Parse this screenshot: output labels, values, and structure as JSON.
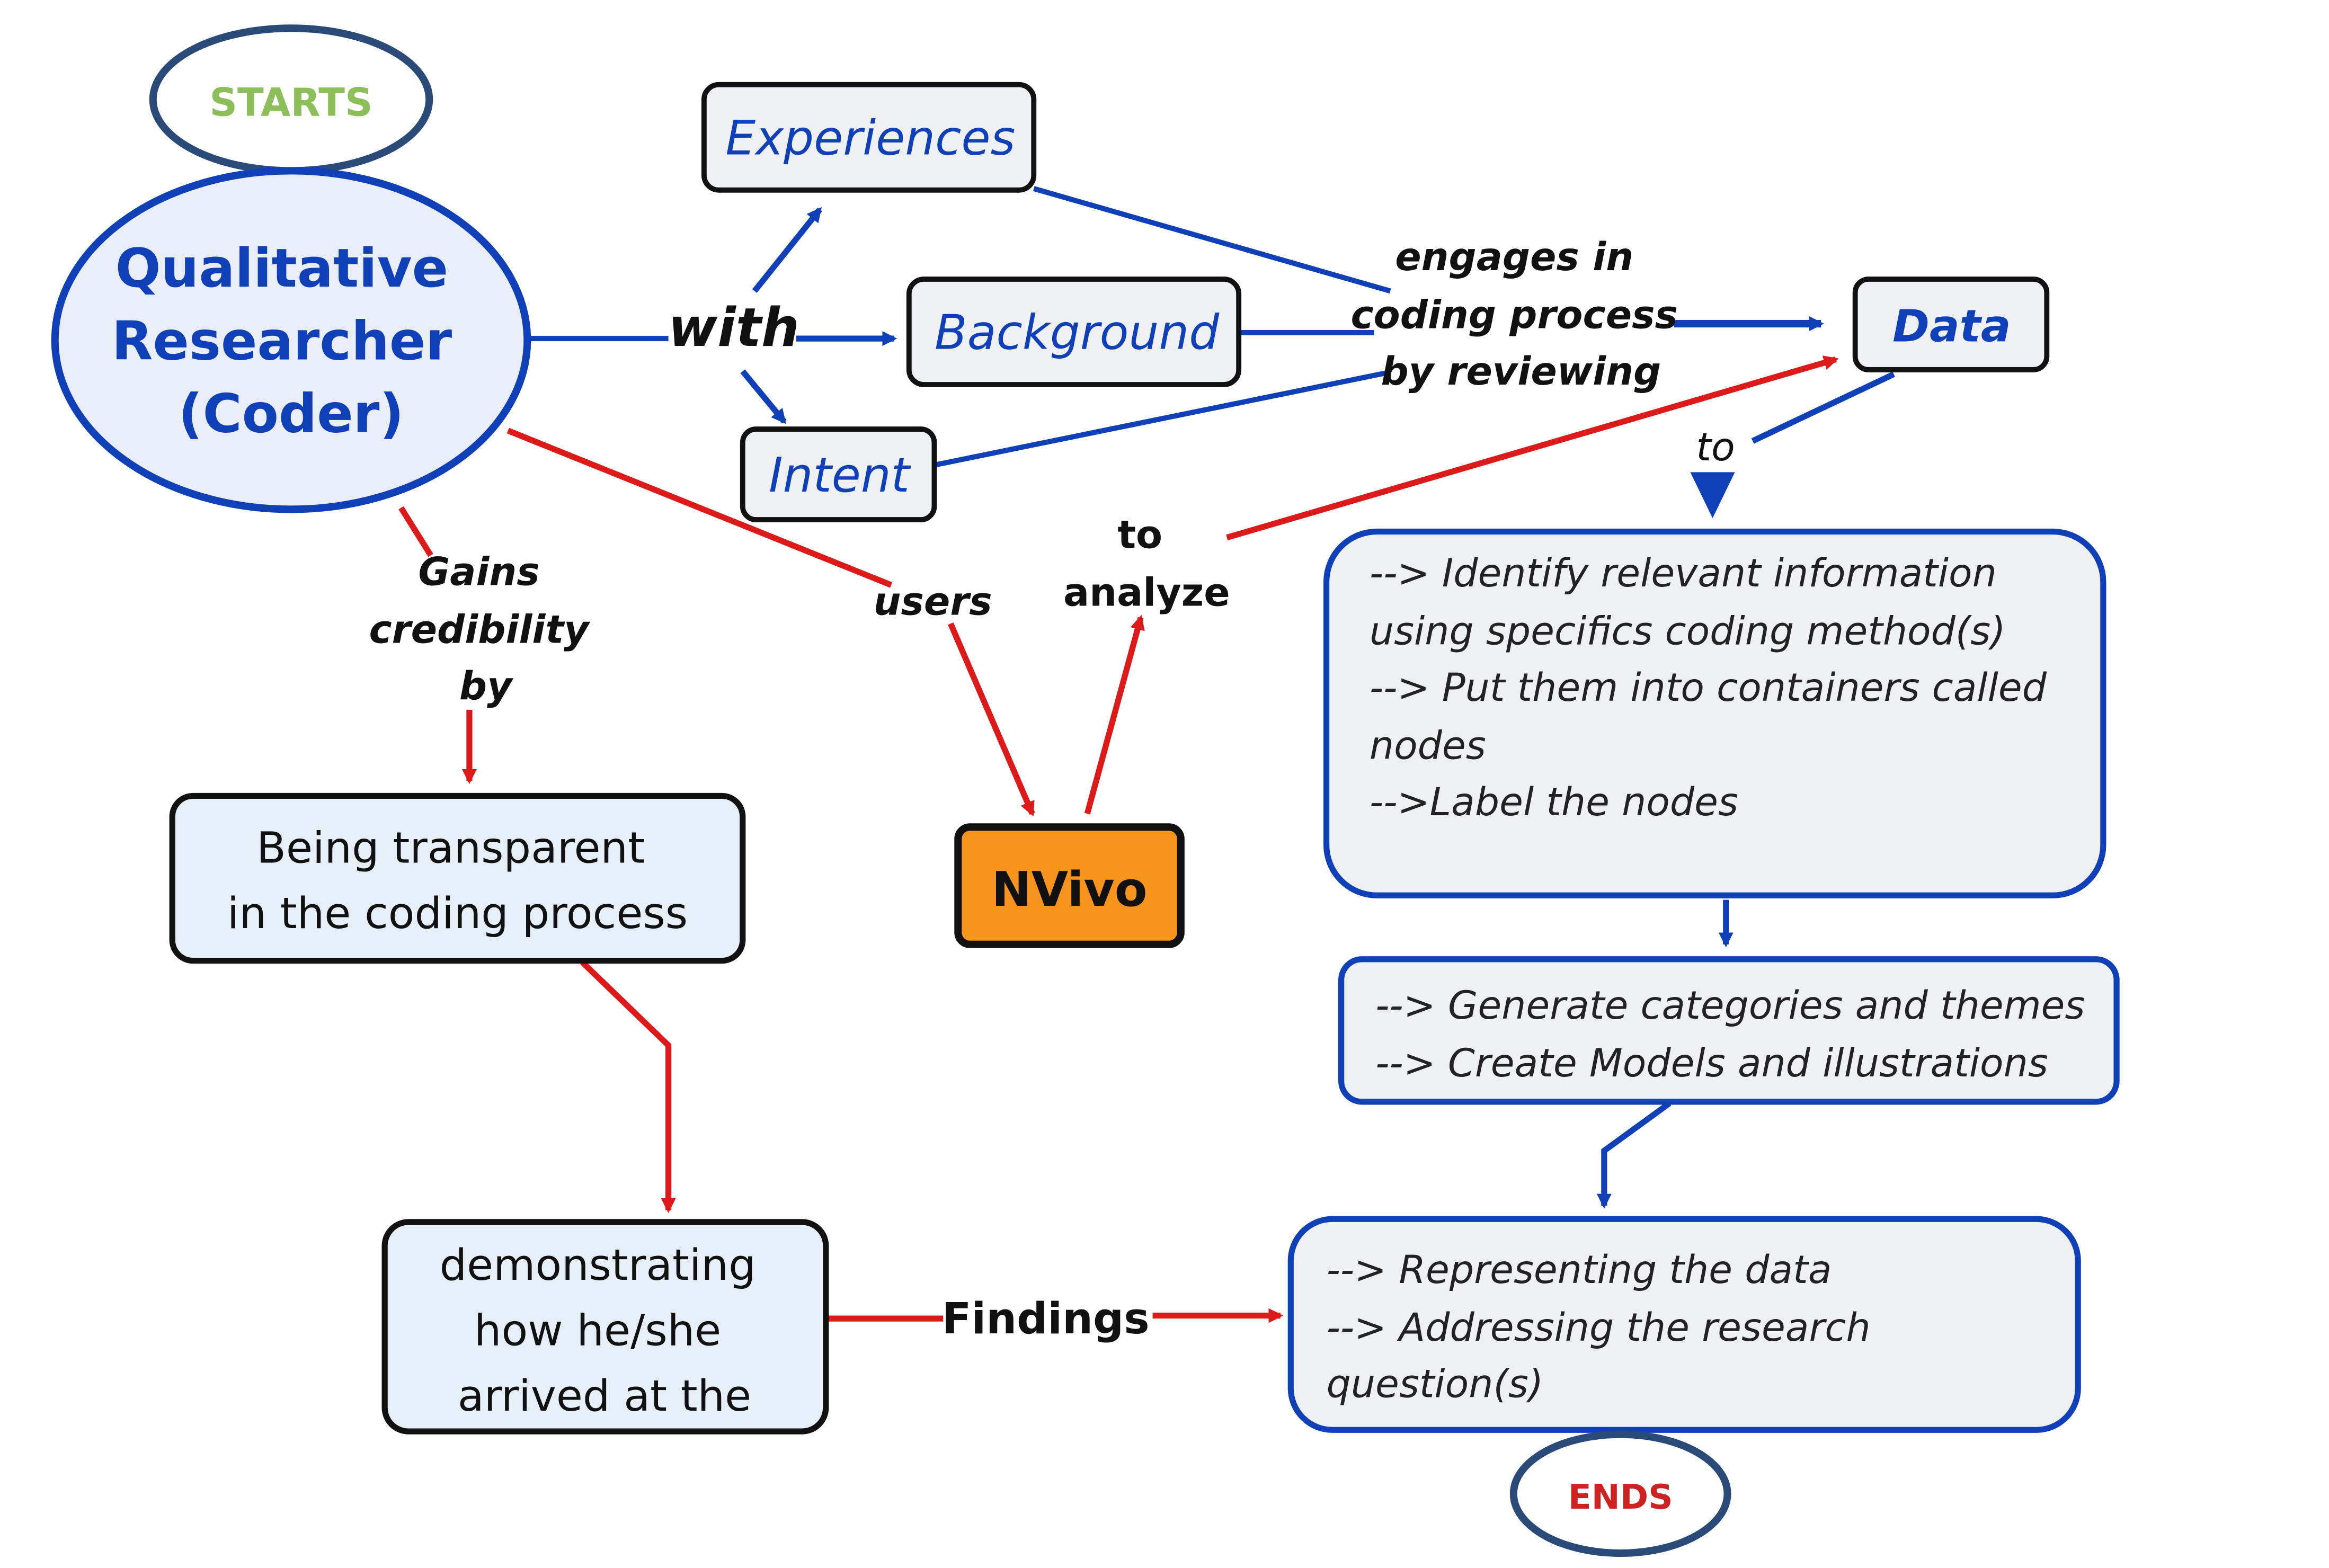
{
  "nodes": {
    "starts": "STARTS",
    "researcher": [
      "Qualitative",
      "Researcher",
      "(Coder)"
    ],
    "experiences": "Experiences",
    "background": "Background",
    "intent": "Intent",
    "data": "Data",
    "nvivo": "NVivo",
    "transparent": [
      "Being transparent",
      "in the coding process"
    ],
    "demonstrating": [
      "demonstrating",
      "how he/she",
      "arrived at the"
    ],
    "identify": [
      "--> Identify relevant information",
      "using specifics coding method(s)",
      "--> Put them into containers called",
      "nodes",
      "-->Label the nodes"
    ],
    "generate": [
      "--> Generate categories and themes",
      "--> Create Models and illustrations"
    ],
    "representing": [
      "--> Representing the data",
      "--> Addressing the research",
      "question(s)"
    ],
    "ends": "ENDS"
  },
  "labels": {
    "with": "with",
    "engages": [
      "engages in",
      "coding process",
      "by reviewing"
    ],
    "to_data": "to",
    "gains": [
      "Gains",
      "credibility",
      "by"
    ],
    "users": "users",
    "to_analyze": [
      "to",
      "analyze"
    ],
    "findings": "Findings"
  },
  "colors": {
    "blue": "#1040b8",
    "red": "#dd1a1a",
    "green": "#8cbf5a",
    "box_fill": "#eef0f4",
    "light_fill": "#e6eef7",
    "orange": "#f7941d"
  }
}
